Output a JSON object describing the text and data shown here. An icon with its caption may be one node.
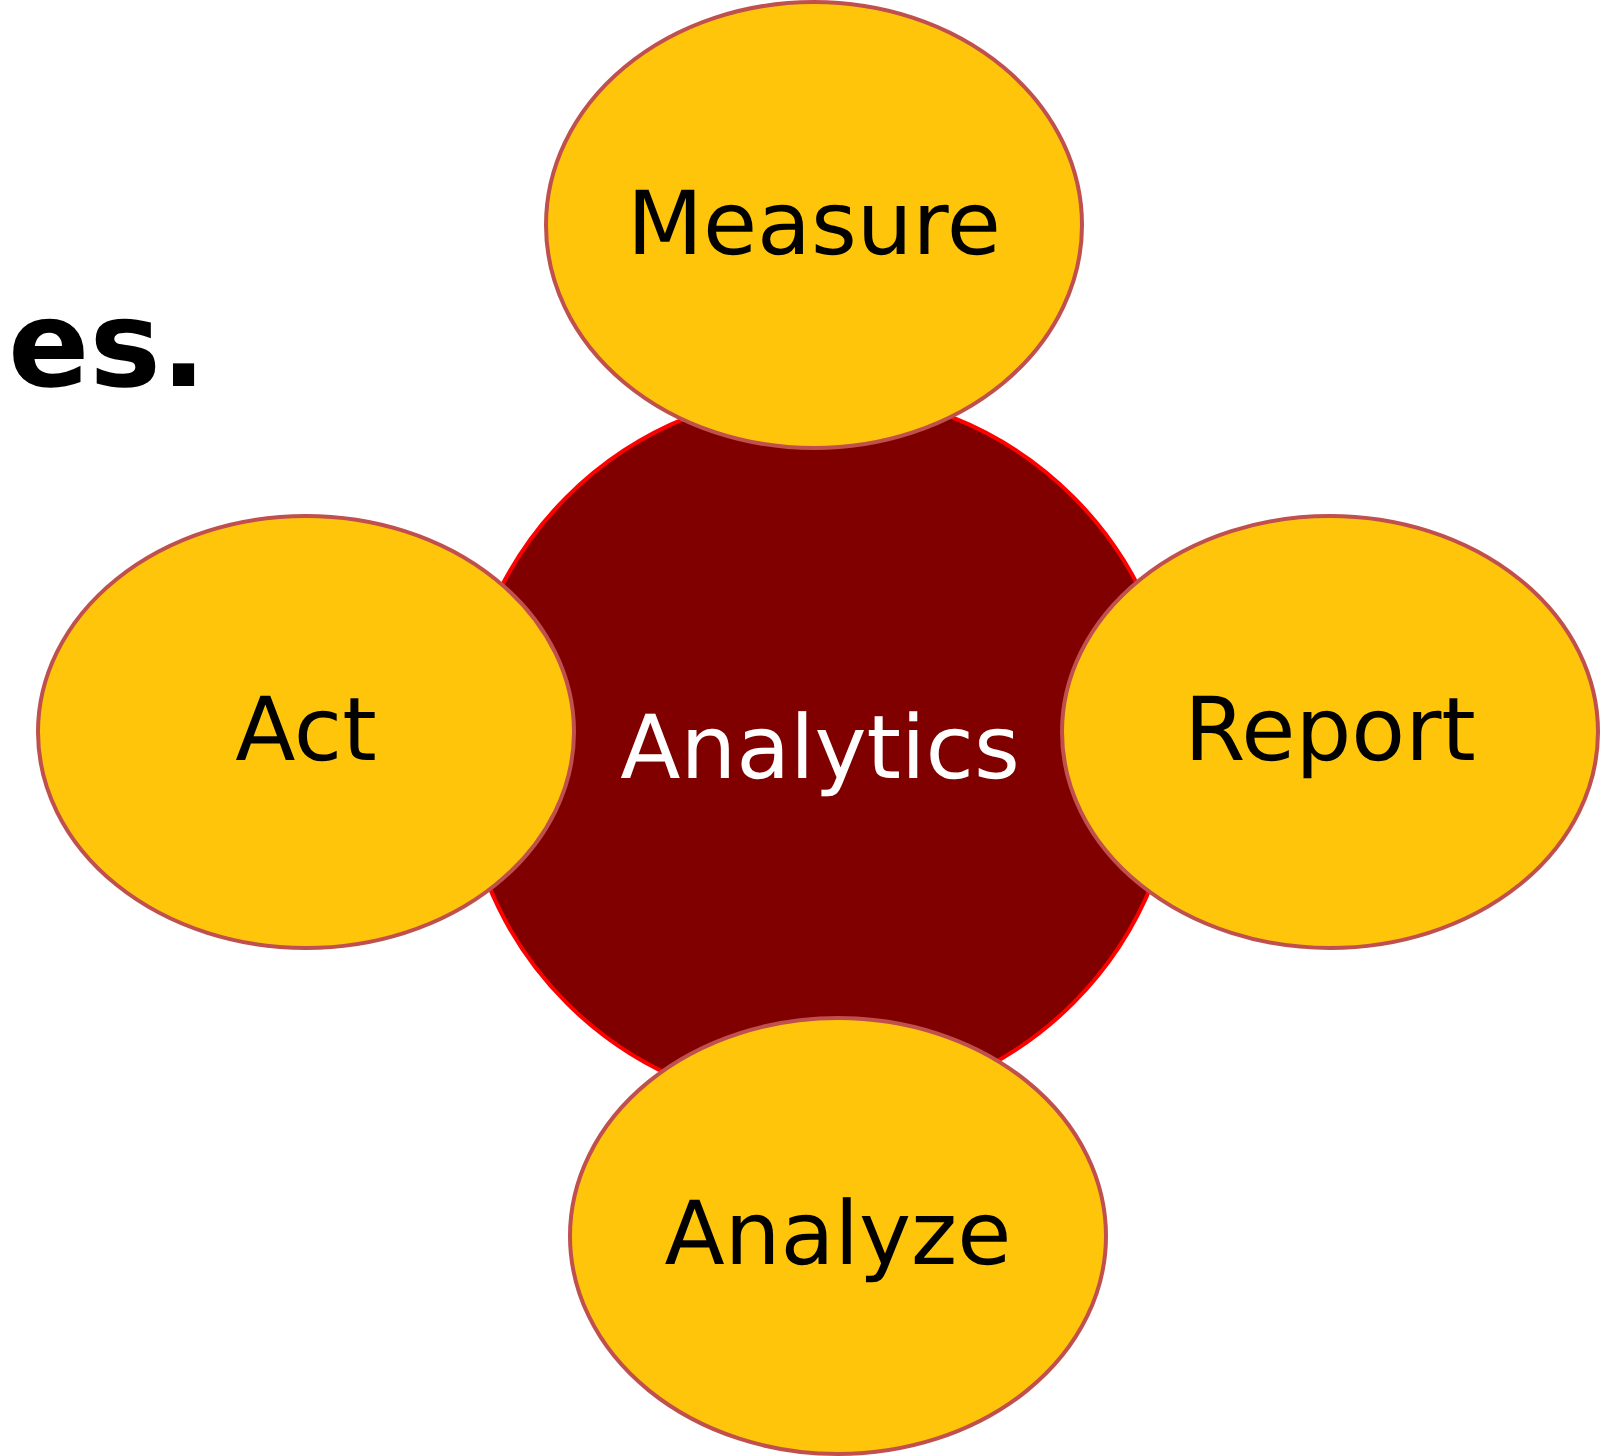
{
  "diagram": {
    "nodes": [
      {
        "text": [
          "Measure"
        ]
      },
      {
        "text": [
          "Act"
        ]
      },
      {
        "text": [
          "Analytics"
        ]
      },
      {
        "text": [
          "Report"
        ]
      },
      {
        "text": [
          "Analyze"
        ]
      }
    ],
    "labels": [
      "es."
    ]
  }
}
